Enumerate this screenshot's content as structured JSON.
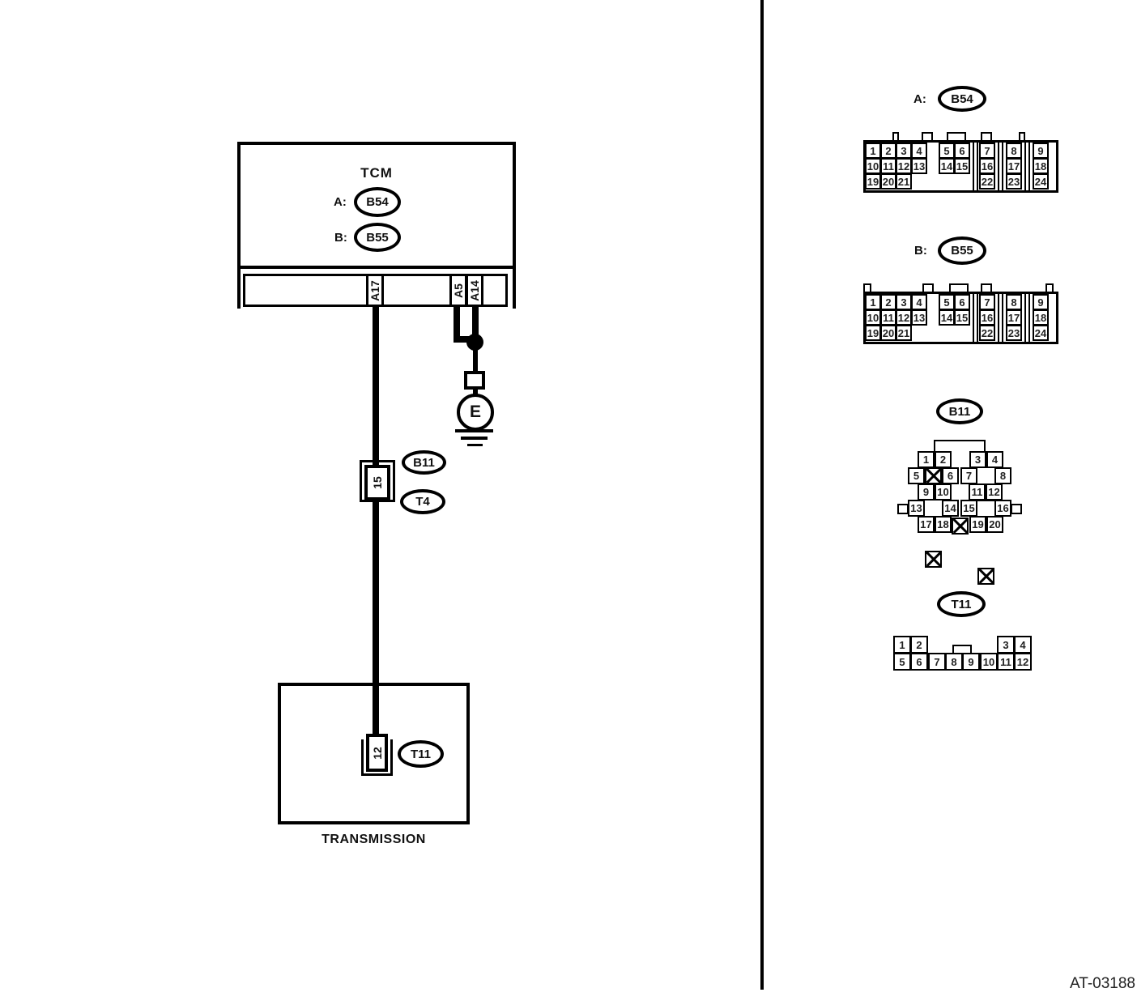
{
  "left": {
    "tcm": {
      "title": "TCM",
      "conn_a_prefix": "A:",
      "conn_a": "B54",
      "conn_b_prefix": "B:",
      "conn_b": "B55",
      "pins": {
        "a17": "A17",
        "a5": "A5",
        "a14": "A14"
      }
    },
    "inline_connector": {
      "pin": "15",
      "upper_code": "B11",
      "lower_code": "T4"
    },
    "ground": {
      "label": "E"
    },
    "transmission": {
      "title": "TRANSMISSION",
      "pin": "12",
      "code": "T11"
    }
  },
  "right": {
    "b54": {
      "prefix": "A:",
      "code": "B54",
      "cells": [
        [
          "1",
          "2",
          "3",
          "4",
          "5",
          "6",
          "7",
          "8",
          "9"
        ],
        [
          "10",
          "11",
          "12",
          "13",
          "14",
          "15",
          "16",
          "17",
          "18"
        ],
        [
          "19",
          "20",
          "21",
          "22",
          "23",
          "24"
        ]
      ]
    },
    "b55": {
      "prefix": "B:",
      "code": "B55",
      "cells": [
        [
          "1",
          "2",
          "3",
          "4",
          "5",
          "6",
          "7",
          "8",
          "9"
        ],
        [
          "10",
          "11",
          "12",
          "13",
          "14",
          "15",
          "16",
          "17",
          "18"
        ],
        [
          "19",
          "20",
          "21",
          "22",
          "23",
          "24"
        ]
      ]
    },
    "b11": {
      "code": "B11",
      "cells": [
        [
          "1",
          "2",
          "3",
          "4"
        ],
        [
          "5",
          "x",
          "6",
          "7",
          "x",
          "8"
        ],
        [
          "9",
          "10",
          "x",
          "11",
          "12"
        ],
        [
          "13",
          "x",
          "14",
          "15",
          "x",
          "16"
        ],
        [
          "17",
          "18",
          "19",
          "20"
        ]
      ]
    },
    "t11": {
      "code": "T11",
      "cells": [
        [
          "1",
          "2",
          "3",
          "4"
        ],
        [
          "5",
          "6",
          "7",
          "8",
          "9",
          "10",
          "11",
          "12"
        ]
      ]
    }
  },
  "figure_code": "AT-03188"
}
